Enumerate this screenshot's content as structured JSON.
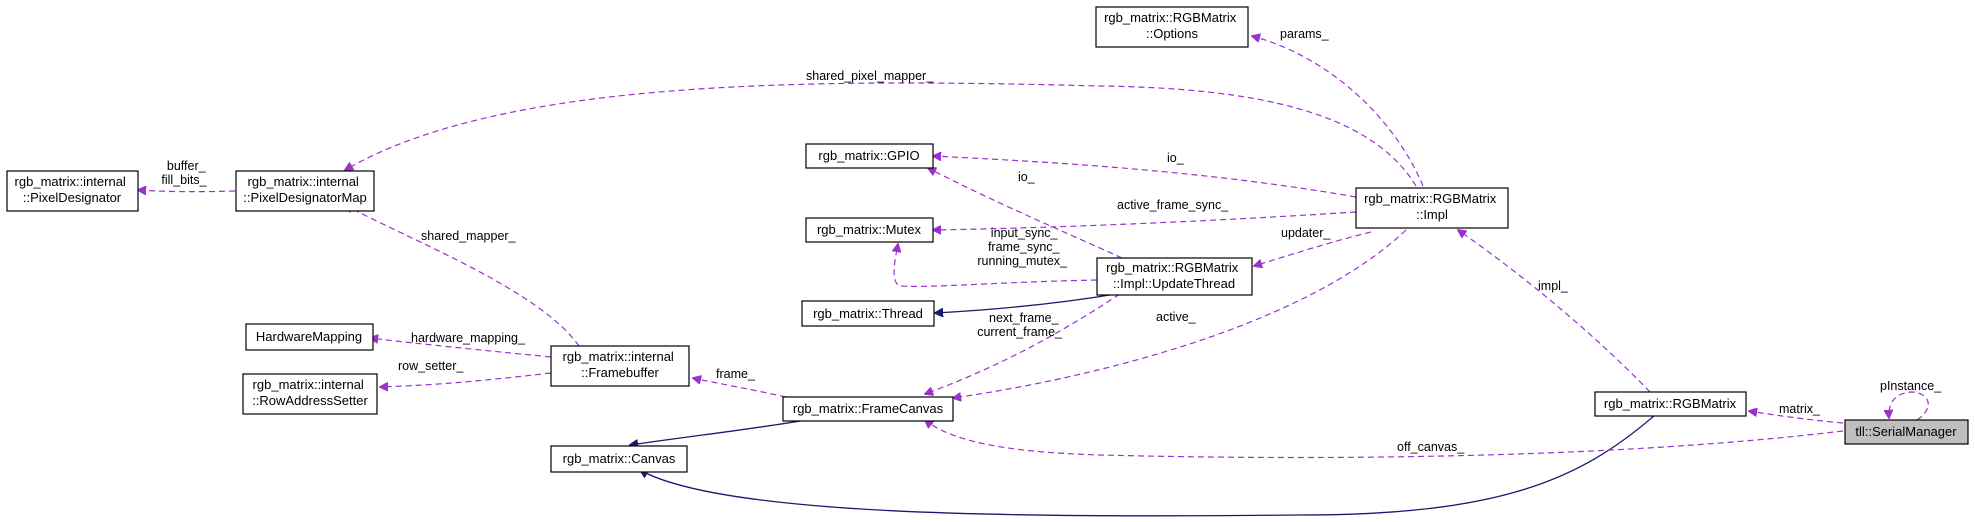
{
  "nodes": {
    "options": {
      "lines": [
        "rgb_matrix::RGBMatrix",
        "::Options"
      ]
    },
    "pixel_designator": {
      "lines": [
        "rgb_matrix::internal",
        "::PixelDesignator"
      ]
    },
    "pixel_designator_map": {
      "lines": [
        "rgb_matrix::internal",
        "::PixelDesignatorMap"
      ]
    },
    "gpio": {
      "lines": [
        "rgb_matrix::GPIO"
      ]
    },
    "mutex": {
      "lines": [
        "rgb_matrix::Mutex"
      ]
    },
    "thread": {
      "lines": [
        "rgb_matrix::Thread"
      ]
    },
    "update_thread": {
      "lines": [
        "rgb_matrix::RGBMatrix",
        "::Impl::UpdateThread"
      ]
    },
    "impl": {
      "lines": [
        "rgb_matrix::RGBMatrix",
        "::Impl"
      ]
    },
    "hardware_mapping": {
      "lines": [
        "HardwareMapping"
      ]
    },
    "row_address_setter": {
      "lines": [
        "rgb_matrix::internal",
        "::RowAddressSetter"
      ]
    },
    "framebuffer": {
      "lines": [
        "rgb_matrix::internal",
        "::Framebuffer"
      ]
    },
    "frame_canvas": {
      "lines": [
        "rgb_matrix::FrameCanvas"
      ]
    },
    "canvas": {
      "lines": [
        "rgb_matrix::Canvas"
      ]
    },
    "rgbmatrix": {
      "lines": [
        "rgb_matrix::RGBMatrix"
      ]
    },
    "serial_manager": {
      "lines": [
        "tll::SerialManager"
      ]
    }
  },
  "edge_labels": {
    "params": [
      "params_"
    ],
    "shared_pixel_mapper": [
      "shared_pixel_mapper_"
    ],
    "buffer_fill_bits": [
      "buffer_",
      "fill_bits_"
    ],
    "io_update": [
      "io_"
    ],
    "io_impl": [
      "io_"
    ],
    "active_frame_sync": [
      "active_frame_sync_"
    ],
    "mutexes": [
      "input_sync_",
      "frame_sync_",
      "running_mutex_"
    ],
    "updater": [
      "updater_"
    ],
    "shared_mapper": [
      "shared_mapper_"
    ],
    "hardware_mapping": [
      "hardware_mapping_"
    ],
    "row_setter": [
      "row_setter_"
    ],
    "frame": [
      "frame_"
    ],
    "frames": [
      "next_frame_",
      "current_frame_"
    ],
    "active": [
      "active_"
    ],
    "impl": [
      "impl_"
    ],
    "matrix": [
      "matrix_"
    ],
    "off_canvas": [
      "off_canvas_"
    ],
    "pinstance": [
      "pInstance_"
    ]
  },
  "colors": {
    "usage_edge": "#9a32cd",
    "inheritance_edge": "#191970",
    "current_node_fill": "#bfbfbf",
    "node_fill": "#ffffff"
  }
}
